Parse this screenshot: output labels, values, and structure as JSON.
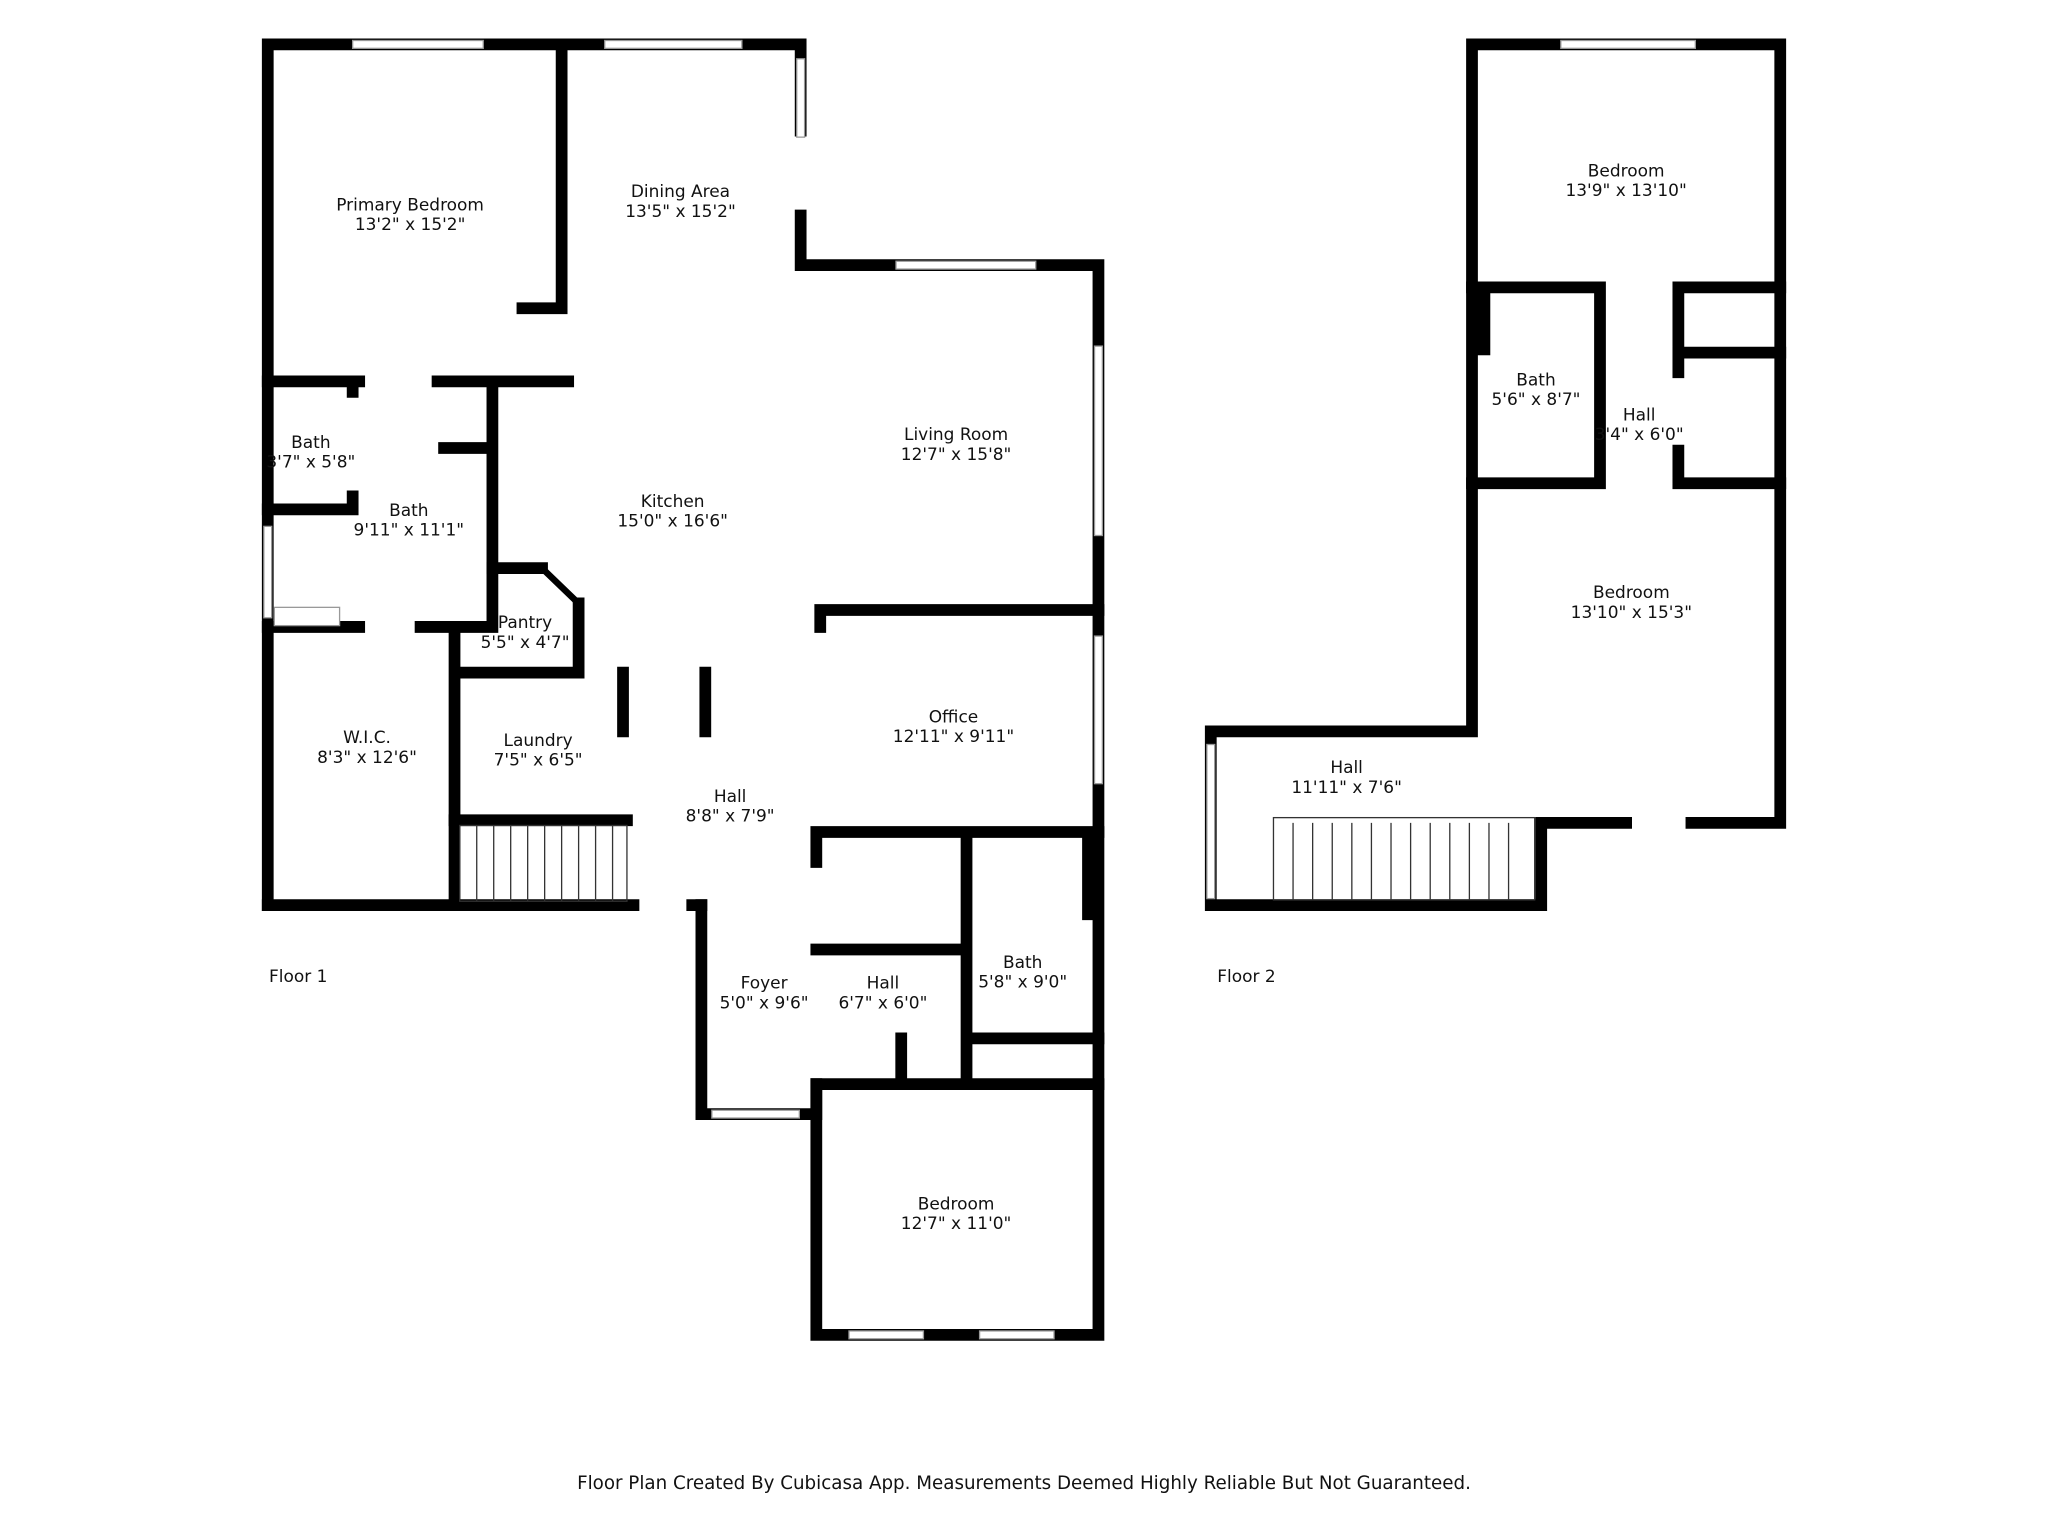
{
  "floors": [
    {
      "label": "Floor 1",
      "rooms": [
        {
          "name": "Primary Bedroom",
          "size": "13'2\" x 15'2\""
        },
        {
          "name": "Dining Area",
          "size": "13'5\" x 15'2\""
        },
        {
          "name": "Living Room",
          "size": "12'7\" x 15'8\""
        },
        {
          "name": "Kitchen",
          "size": "15'0\" x 16'6\""
        },
        {
          "name": "Bath",
          "size": "3'7\" x 5'8\""
        },
        {
          "name": "Bath",
          "size": "9'11\" x 11'1\""
        },
        {
          "name": "Pantry",
          "size": "5'5\" x 4'7\""
        },
        {
          "name": "W.I.C.",
          "size": "8'3\" x 12'6\""
        },
        {
          "name": "Laundry",
          "size": "7'5\" x 6'5\""
        },
        {
          "name": "Office",
          "size": "12'11\" x 9'11\""
        },
        {
          "name": "Hall",
          "size": "8'8\" x 7'9\""
        },
        {
          "name": "Foyer",
          "size": "5'0\" x 9'6\""
        },
        {
          "name": "Hall",
          "size": "6'7\" x 6'0\""
        },
        {
          "name": "Bath",
          "size": "5'8\" x 9'0\""
        },
        {
          "name": "Bedroom",
          "size": "12'7\" x 11'0\""
        }
      ]
    },
    {
      "label": "Floor 2",
      "rooms": [
        {
          "name": "Bedroom",
          "size": "13'9\" x 13'10\""
        },
        {
          "name": "Bath",
          "size": "5'6\" x 8'7\""
        },
        {
          "name": "Hall",
          "size": "3'4\" x 6'0\""
        },
        {
          "name": "Bedroom",
          "size": "13'10\" x 15'3\""
        },
        {
          "name": "Hall",
          "size": "11'11\" x 7'6\""
        }
      ]
    }
  ],
  "footer": "Floor Plan Created By Cubicasa App. Measurements Deemed Highly Reliable But Not Guaranteed."
}
